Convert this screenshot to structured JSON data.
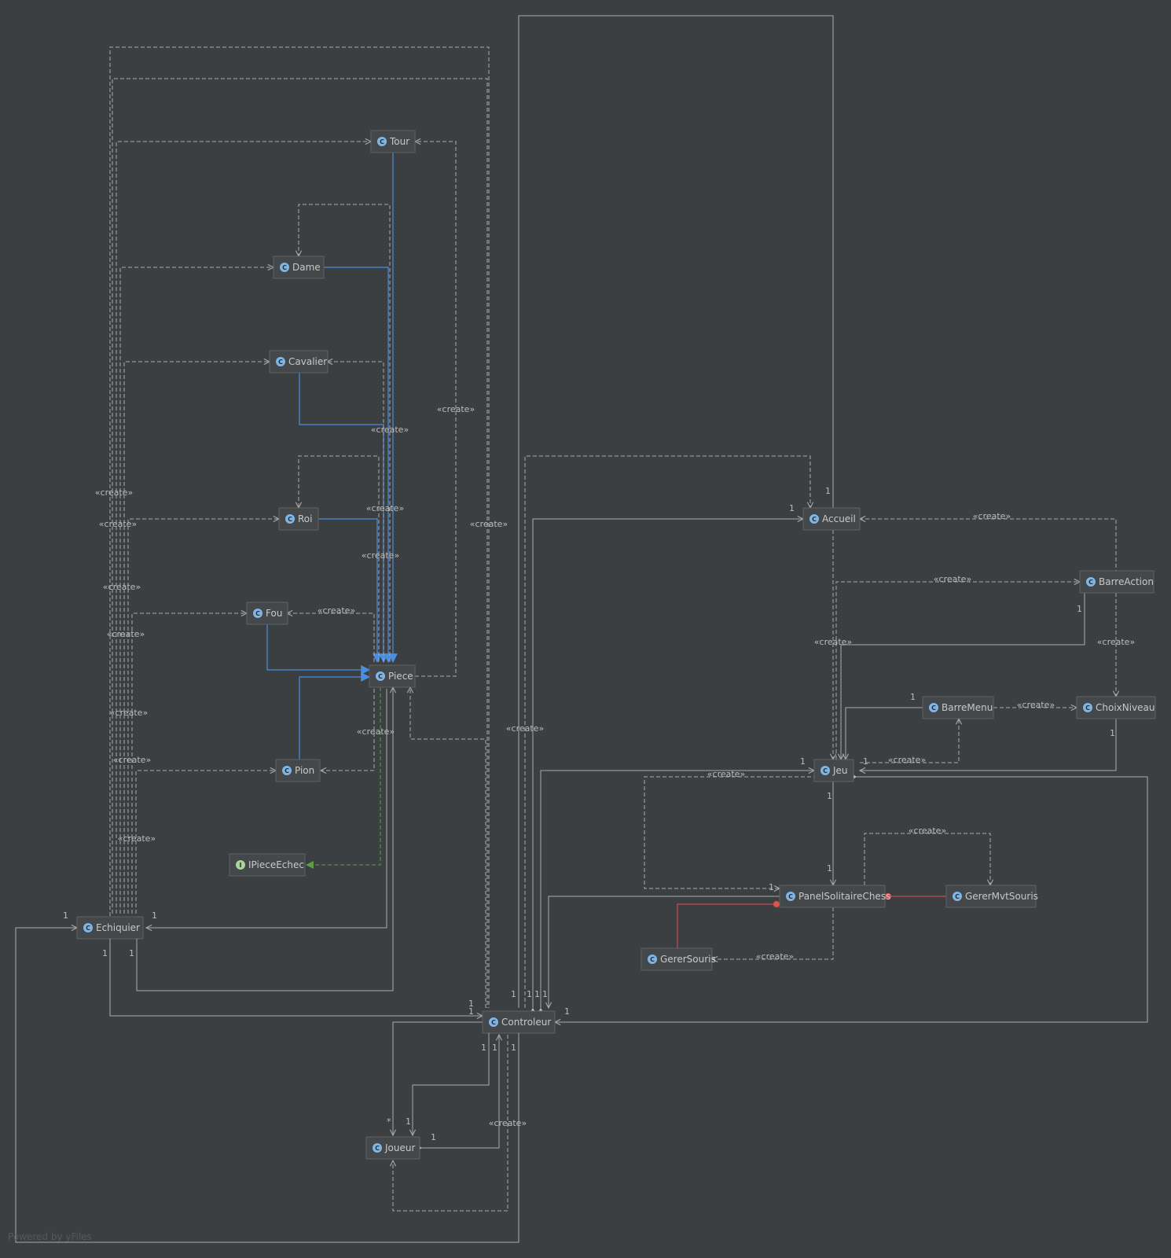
{
  "classes": [
    {
      "id": "tour",
      "name": "Tour",
      "kind": "class",
      "badge": "C"
    },
    {
      "id": "dame",
      "name": "Dame",
      "kind": "class",
      "badge": "C"
    },
    {
      "id": "cavalier",
      "name": "Cavalier",
      "kind": "class",
      "badge": "C"
    },
    {
      "id": "roi",
      "name": "Roi",
      "kind": "class",
      "badge": "C"
    },
    {
      "id": "fou",
      "name": "Fou",
      "kind": "class",
      "badge": "C"
    },
    {
      "id": "piece",
      "name": "Piece",
      "kind": "abstract",
      "badge": "C"
    },
    {
      "id": "pion",
      "name": "Pion",
      "kind": "class",
      "badge": "C"
    },
    {
      "id": "ipieceechec",
      "name": "IPieceEchec",
      "kind": "interface",
      "badge": "I"
    },
    {
      "id": "echiquier",
      "name": "Echiquier",
      "kind": "class",
      "badge": "C"
    },
    {
      "id": "controleur",
      "name": "Controleur",
      "kind": "abstract",
      "badge": "C"
    },
    {
      "id": "joueur",
      "name": "Joueur",
      "kind": "class",
      "badge": "C"
    },
    {
      "id": "accueil",
      "name": "Accueil",
      "kind": "class",
      "badge": "C"
    },
    {
      "id": "barreaction",
      "name": "BarreAction",
      "kind": "class",
      "badge": "C"
    },
    {
      "id": "barremenu",
      "name": "BarreMenu",
      "kind": "class",
      "badge": "C"
    },
    {
      "id": "choixniveau",
      "name": "ChoixNiveau",
      "kind": "class",
      "badge": "C"
    },
    {
      "id": "jeu",
      "name": "Jeu",
      "kind": "class",
      "badge": "C"
    },
    {
      "id": "panelsolitairechess",
      "name": "PanelSolitaireChess",
      "kind": "class",
      "badge": "C"
    },
    {
      "id": "gerermvtsouris",
      "name": "GererMvtSouris",
      "kind": "class",
      "badge": "C"
    },
    {
      "id": "gerersouris",
      "name": "GererSouris",
      "kind": "class",
      "badge": "C"
    }
  ],
  "stereotype": "«create»",
  "multiplicities": [
    "1",
    "*"
  ],
  "colors": {
    "background": "#3c3f41",
    "line": "#a9a9a9",
    "inheritance": "#4a8ee0",
    "realization": "#5f9e45",
    "inner": "#e05252"
  },
  "footer": "Powered by yFiles"
}
